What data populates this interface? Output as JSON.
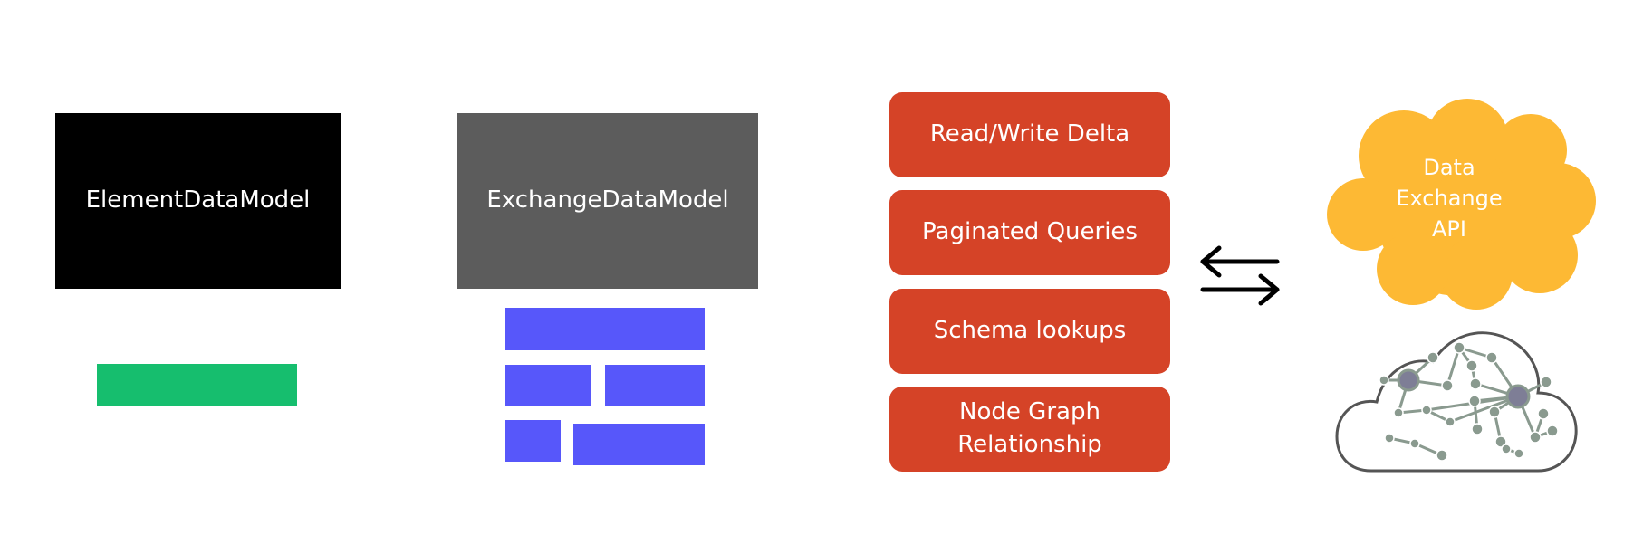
{
  "models": {
    "element": {
      "label": "ElementDataModel",
      "color": "#000000",
      "bar_color": "#16BE6E"
    },
    "exchange": {
      "label": "ExchangeDataModel",
      "color": "#5C5C5C",
      "block_color": "#5757FA"
    }
  },
  "capabilities": [
    {
      "label": "Read/Write Delta"
    },
    {
      "label": "Paginated Queries"
    },
    {
      "label": "Schema lookups"
    },
    {
      "label": "Node Graph\nRelationship"
    }
  ],
  "capability_color": "#D54327",
  "arrows": {
    "icon": "bidirectional-arrows-icon"
  },
  "api": {
    "label": "Data\nExchange\nAPI",
    "color": "#FDB934"
  },
  "graph_cloud": {
    "icon": "cloud-node-graph-icon",
    "node_color": "#8A9A8F"
  }
}
